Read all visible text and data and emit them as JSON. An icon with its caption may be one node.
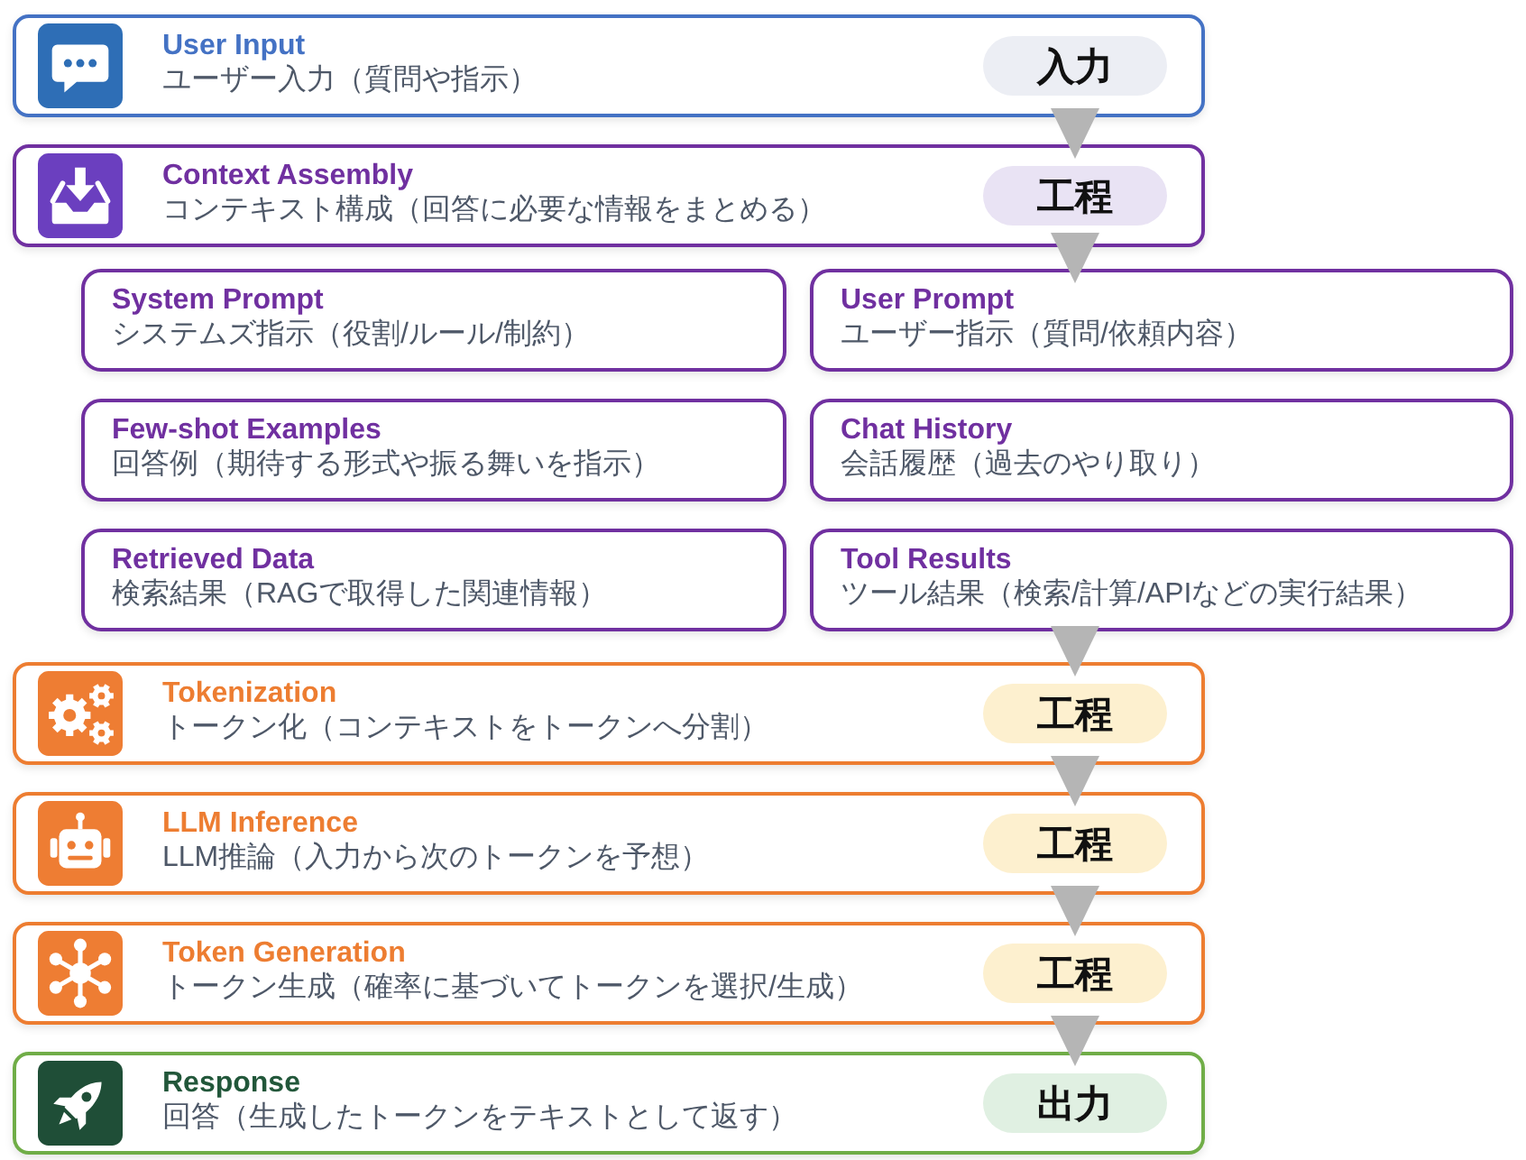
{
  "diagram": {
    "nodes": [
      {
        "text": [
          "User Input",
          "ユーザー入力（質問や指示）"
        ]
      },
      {
        "text": [
          "入力"
        ],
        "in": 0
      },
      {
        "text": [
          "Context Assembly",
          "コンテキスト構成（回答に必要な情報をまとめる）"
        ]
      },
      {
        "text": [
          "工程"
        ],
        "in": 2
      },
      {
        "text": [
          "System Prompt",
          "システムズ指示（役割/ルール/制約）"
        ]
      },
      {
        "text": [
          "User Prompt",
          "ユーザー指示（質問/依頼内容）"
        ]
      },
      {
        "text": [
          "Few-shot Examples",
          "回答例（期待する形式や振る舞いを指示）"
        ]
      },
      {
        "text": [
          "Chat History",
          "会話履歴（過去のやり取り）"
        ]
      },
      {
        "text": [
          "Retrieved Data",
          "検索結果（RAGで取得した関連情報）"
        ]
      },
      {
        "text": [
          "Tool Results",
          "ツール結果（検索/計算/APIなどの実行結果）"
        ]
      },
      {
        "text": [
          "Tokenization",
          "トークン化（コンテキストをトークンへ分割）"
        ]
      },
      {
        "text": [
          "工程"
        ],
        "in": 10
      },
      {
        "text": [
          "LLM Inference",
          "LLM推論（入力から次のトークンを予想）"
        ]
      },
      {
        "text": [
          "工程"
        ],
        "in": 12
      },
      {
        "text": [
          "Token Generation",
          "トークン生成（確率に基づいてトークンを選択/生成）"
        ]
      },
      {
        "text": [
          "工程"
        ],
        "in": 14
      },
      {
        "text": [
          "Response",
          "回答（生成したトークンをテキストとして返す）"
        ]
      },
      {
        "text": [
          "出力"
        ],
        "in": 16
      }
    ],
    "edges": [
      {
        "from": 0,
        "to": 2,
        "arrow": "to"
      },
      {
        "from": 2,
        "to": 5,
        "arrow": "to"
      },
      {
        "from": 9,
        "to": 10,
        "arrow": "to"
      },
      {
        "from": 10,
        "to": 12,
        "arrow": "to"
      },
      {
        "from": 12,
        "to": 14,
        "arrow": "to"
      },
      {
        "from": 14,
        "to": 16,
        "arrow": "to"
      }
    ]
  }
}
